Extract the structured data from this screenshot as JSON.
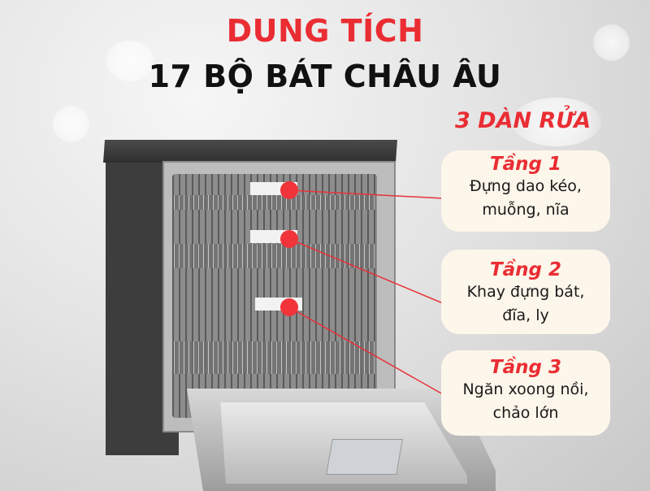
{
  "header": {
    "title_red": "DUNG TÍCH",
    "title_black": "17 BỘ BÁT CHÂU ÂU",
    "subtitle": "3 DÀN RỬA"
  },
  "colors": {
    "accent_red": "#ea2d33",
    "card_bg": "#fdf6ea",
    "text_dark": "#111111"
  },
  "tiers": [
    {
      "label": "Tầng 1",
      "line1": "Đựng dao kéo,",
      "line2": "muỗng, nĩa"
    },
    {
      "label": "Tầng 2",
      "line1": "Khay đựng bát,",
      "line2": "đĩa, ly"
    },
    {
      "label": "Tầng 3",
      "line1": "Ngăn xoong nồi,",
      "line2": "chảo lớn"
    }
  ],
  "image": {
    "subject": "dishwasher-open-door"
  }
}
